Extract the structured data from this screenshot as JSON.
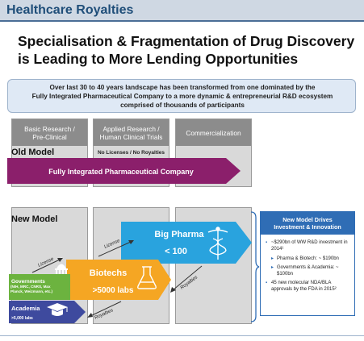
{
  "header": {
    "title": "Healthcare Royalties"
  },
  "main": {
    "title_line1": "Specialisation & Fragmentation of Drug Discovery",
    "title_line2": "is Leading to More Lending Opportunities"
  },
  "summary": {
    "line1": "Over last 30 to 40 years landscape has been transformed from one dominated by the",
    "line2": "Fully Integrated Pharmaceutical Company to a more dynamic & entrepreneurial R&D ecosystem",
    "line3": "comprised of thousands of participants"
  },
  "stages": [
    {
      "line1": "Basic Research /",
      "line2": "Pre-Clinical"
    },
    {
      "line1": "Applied Research /",
      "line2": "Human Clinical Trials"
    },
    {
      "line1": "Commercialization",
      "line2": ""
    }
  ],
  "old_model": {
    "label": "Old Model",
    "note": "No Licenses / No Royalties",
    "arrow_text": "Fully Integrated Pharmaceutical Company"
  },
  "new_model": {
    "label": "New Model",
    "big_pharma": {
      "name": "Big Pharma",
      "count": "< 100"
    },
    "biotechs": {
      "name": "Biotechs",
      "count": ">5000 labs"
    },
    "governments": {
      "name": "Governments",
      "detail": "(NIH, MRC, CNRS, Max Planck, Weizmann, etc.)"
    },
    "academia": {
      "name": "Academia",
      "count": ">5,000 labs"
    },
    "flow_labels": {
      "license_1": "License",
      "license_2": "License",
      "royalties_1": "Royalties",
      "royalties_2": "Royalties"
    }
  },
  "drives": {
    "title_line1": "New Model Drives",
    "title_line2": "Investment & Innovation",
    "bullet1": "~$290bn of WW R&D investment in 2014¹",
    "sub1": "Pharma & Biotech: ~ $190bn",
    "sub2": "Governments & Academia: ~ $100bn",
    "bullet2": "45 new molecular NDA/BLA approvals by the FDA in 2015²"
  },
  "colors": {
    "header_text": "#1f4e79",
    "old_arrow": "#8b1f6b",
    "big_pharma": "#29a3de",
    "biotechs": "#f5a623",
    "governments": "#6cb33f",
    "academia": "#3e4a9e",
    "drives_head": "#2f6db5"
  },
  "icons": [
    "caduceus-icon",
    "flask-icon",
    "capitol-dome-icon",
    "graduation-cap-icon",
    "bracket-icon"
  ]
}
